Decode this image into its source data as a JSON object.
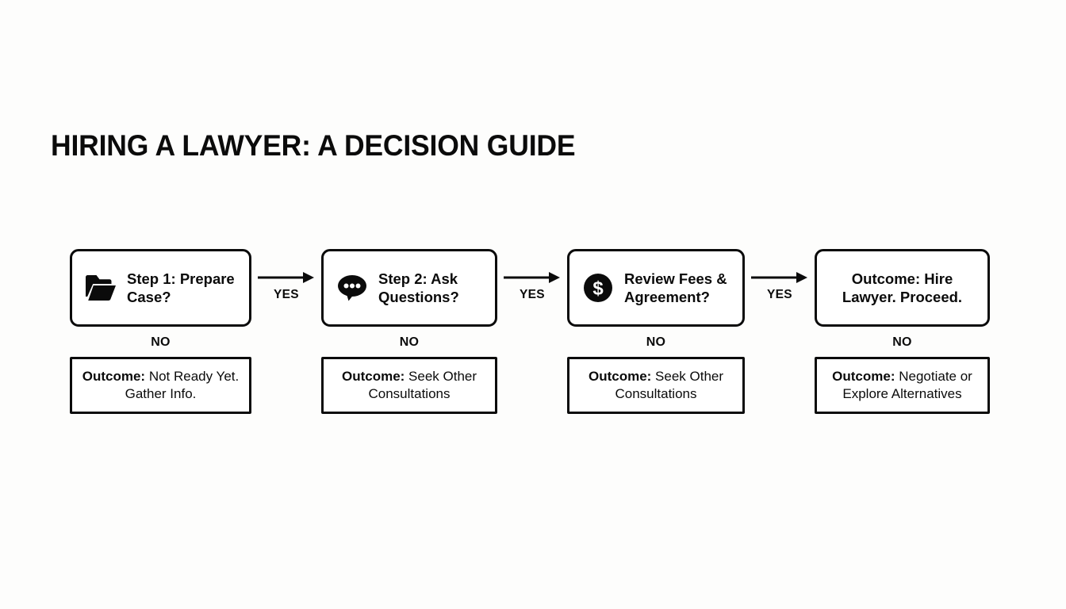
{
  "title": "HIRING A LAWYER: A DECISION GUIDE",
  "colors": {
    "ink": "#0b0b0b",
    "background": "#fdfdfc",
    "box_fill": "#ffffff"
  },
  "diagram": {
    "type": "decision-flowchart",
    "orientation": "horizontal",
    "yes_label": "YES",
    "no_label": "NO",
    "steps": [
      {
        "icon": "folder-icon",
        "label": "Step 1: Prepare Case?",
        "outcome_lead": "Outcome:",
        "outcome_rest": " Not Ready Yet. Gather Info.",
        "no_label": "NO",
        "yes_label": "YES"
      },
      {
        "icon": "speech-bubble-icon",
        "label": "Step 2: Ask Questions?",
        "outcome_lead": "Outcome:",
        "outcome_rest": " Seek Other Consultations",
        "no_label": "NO",
        "yes_label": "YES"
      },
      {
        "icon": "dollar-circle-icon",
        "label": "Review Fees & Agreement?",
        "outcome_lead": "Outcome:",
        "outcome_rest": " Seek Other Consultations",
        "no_label": "NO",
        "yes_label": "YES"
      },
      {
        "icon": null,
        "label": "Outcome: Hire Lawyer. Proceed.",
        "outcome_lead": "Outcome:",
        "outcome_rest": " Negotiate or Explore Alternatives",
        "no_label": "NO"
      }
    ]
  }
}
